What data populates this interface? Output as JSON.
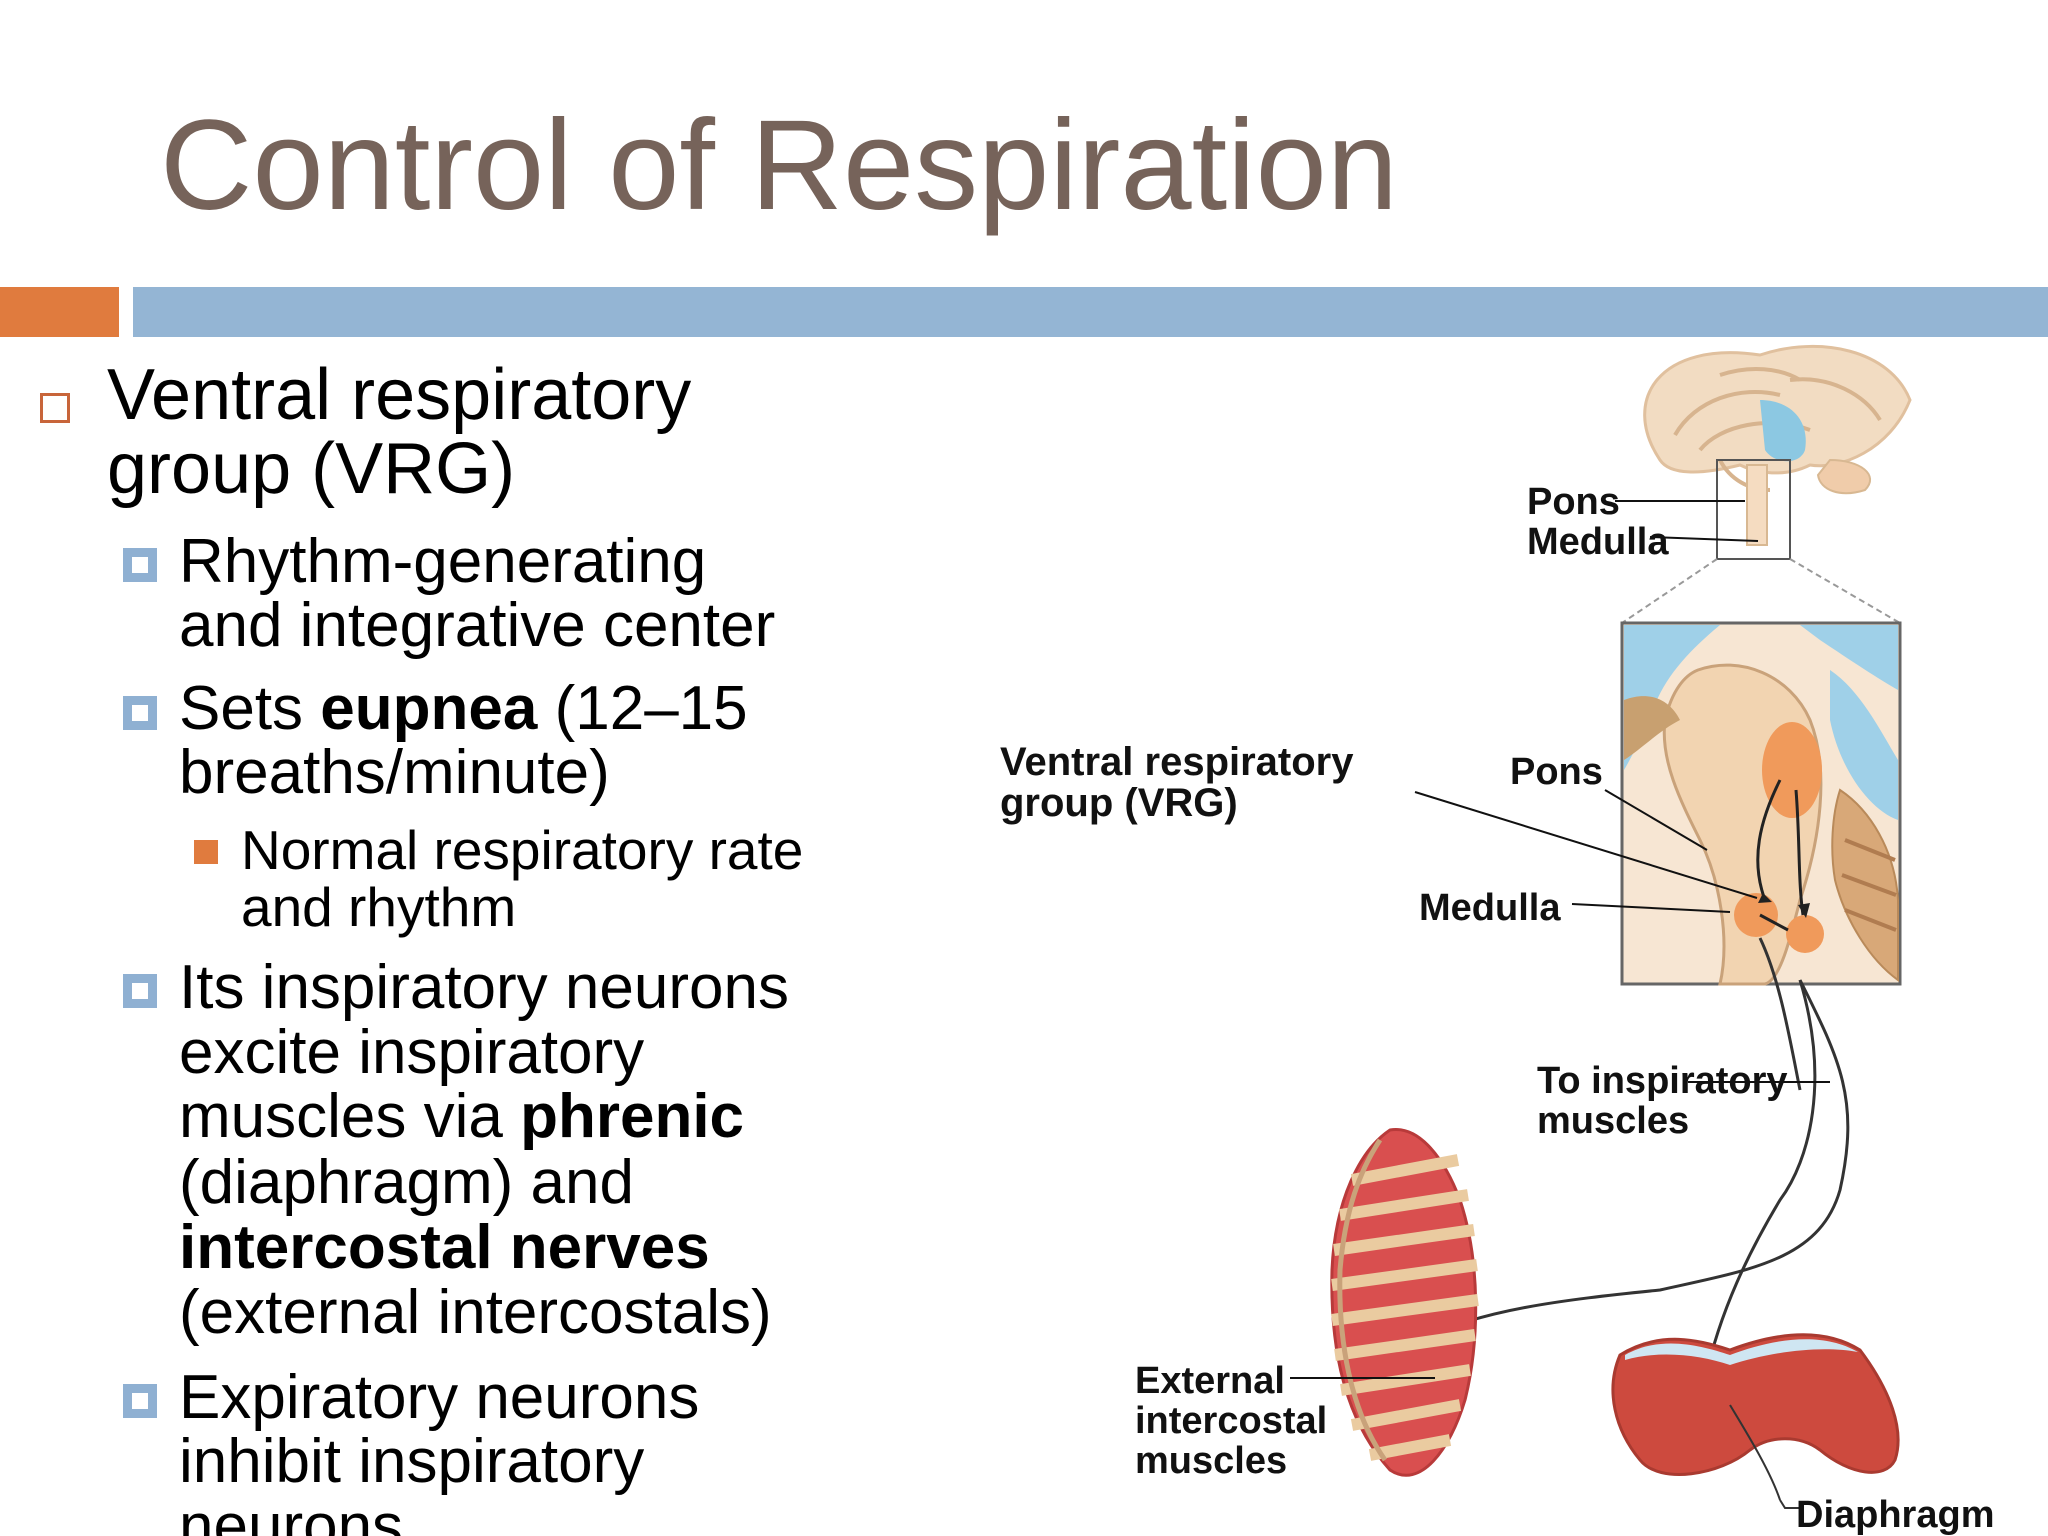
{
  "slide": {
    "title": "Control of Respiration",
    "bullets": {
      "main": {
        "line1": "Ventral respiratory",
        "line2": "group (VRG)"
      },
      "sub1": {
        "line1": "Rhythm-generating",
        "line2": "and integrative center"
      },
      "sub2": {
        "pre": "Sets ",
        "bold": "eupnea",
        "post": " (12–15",
        "line2": "breaths/minute)"
      },
      "subsub1": {
        "line1": "Normal respiratory rate",
        "line2": "and rhythm"
      },
      "sub3": {
        "line1": "Its inspiratory neurons",
        "line2": "excite inspiratory",
        "line3_pre": "muscles via ",
        "line3_bold": "phrenic",
        "line4": "(diaphragm) and",
        "line5_bold": "intercostal nerves",
        "line6": "(external intercostals)"
      },
      "sub4": {
        "line1": "Expiratory neurons",
        "line2": "inhibit inspiratory",
        "line3": "neurons"
      }
    }
  },
  "diagram": {
    "labels": {
      "pons_top": "Pons",
      "medulla_top": "Medulla",
      "vrg_line1": "Ventral respiratory",
      "vrg_line2": "group (VRG)",
      "pons_mid": "Pons",
      "medulla_mid": "Medulla",
      "to_insp_line1": "To inspiratory",
      "to_insp_line2": "muscles",
      "ext_line1": "External",
      "ext_line2": "intercostal",
      "ext_line3": "muscles",
      "diaphragm": "Diaphragm"
    }
  }
}
